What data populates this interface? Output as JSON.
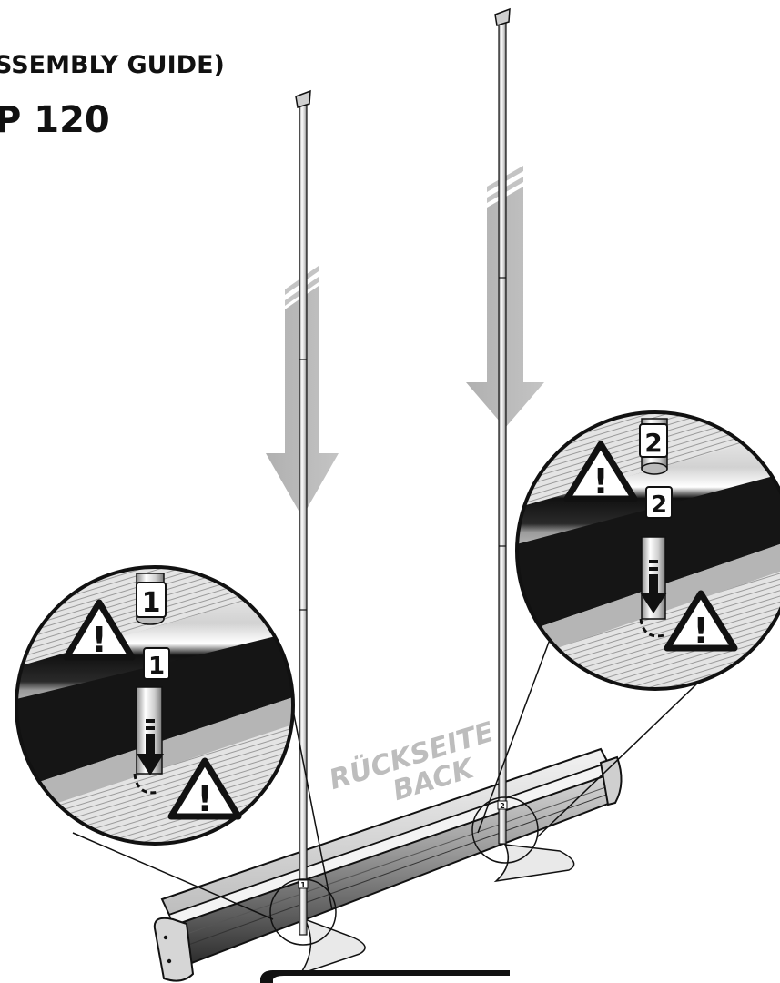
{
  "header": {
    "title_line1": "SSEMBLY GUIDE)",
    "title_line2": "P 120"
  },
  "back_label": {
    "line1": "RÜCKSEITE",
    "line2": "BACK"
  },
  "pole_labels": {
    "pole1": "1",
    "pole2": "2"
  },
  "detail_left": {
    "pole_number": "1",
    "base_number": "1",
    "warning_mark": "!"
  },
  "detail_right": {
    "pole_number": "2",
    "base_number": "2",
    "warning_mark": "!"
  },
  "colors": {
    "ink": "#111111",
    "arrow_gray": "#b3b3b3",
    "metal_light": "#e6e6e6",
    "metal_mid": "#a8a8a8",
    "metal_dark": "#1a1a1a",
    "label_gray": "#bdbdbd"
  },
  "icons": [
    "warning-triangle-icon",
    "down-arrow-icon",
    "warning-triangle-icon",
    "down-arrow-icon"
  ]
}
